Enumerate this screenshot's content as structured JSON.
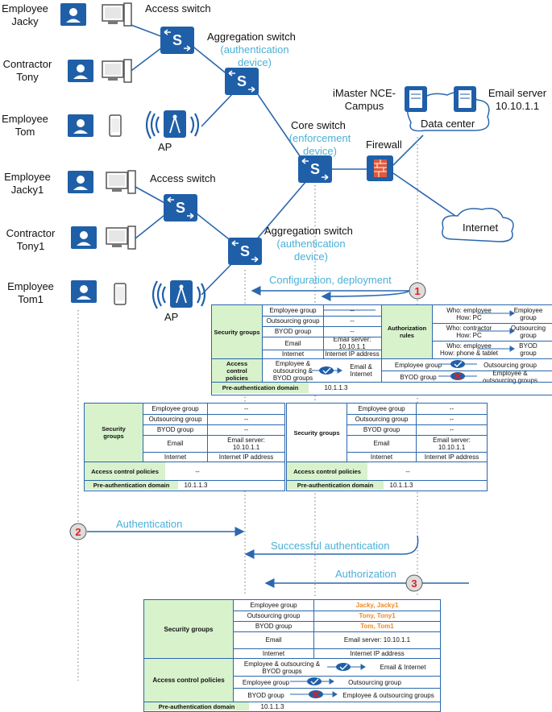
{
  "topology": {
    "users": [
      {
        "label": "Employee\nJacky"
      },
      {
        "label": "Contractor\nTony"
      },
      {
        "label": "Employee\nTom"
      },
      {
        "label": "Employee\nJacky1"
      },
      {
        "label": "Contractor\nTony1"
      },
      {
        "label": "Employee\nTom1"
      }
    ],
    "access_switch_1": "Access switch",
    "access_switch_2": "Access switch",
    "aggregation_1": "Aggregation switch",
    "aggregation_1_role": "(authentication\ndevice)",
    "aggregation_2": "Aggregation switch",
    "aggregation_2_role": "(authentication\ndevice)",
    "core": "Core switch",
    "core_role": "(enforcement\ndevice)",
    "firewall": "Firewall",
    "ap_1": "AP",
    "ap_2": "AP",
    "imaster": "iMaster NCE-\nCampus",
    "email_server": "Email server\n10.10.1.1",
    "data_center": "Data center",
    "internet": "Internet"
  },
  "flow": {
    "step1": "1",
    "step2": "2",
    "step3": "3",
    "config": "Configuration, deployment",
    "authentication": "Authentication",
    "success": "Successful authentication",
    "authorization": "Authorization"
  },
  "table_top": {
    "security_groups": "Security groups",
    "groups": [
      {
        "name": "Employee group",
        "value": "--"
      },
      {
        "name": "Outsourcing group",
        "value": "--"
      },
      {
        "name": "BYOD group",
        "value": "--"
      },
      {
        "name": "Email",
        "value": "Email server:\n10.10.1.1"
      },
      {
        "name": "Internet",
        "value": "Internet IP address"
      }
    ],
    "authorization_rules": "Authorization\nrules",
    "rules": [
      {
        "who": "Who: employee\nHow: PC",
        "group": "Employee\ngroup"
      },
      {
        "who": "Who: contractor\nHow: PC",
        "group": "Outsourcing\ngroup"
      },
      {
        "who": "Who: employee\nHow: phone & tablet",
        "group": "BYOD\ngroup"
      }
    ],
    "access_control": "Access\ncontrol\npolicies",
    "policy_src": "Employee &\noutsourcing &\nBYOD groups",
    "policy_dst": "Email &\nInternet",
    "policy2_src": "Employee group",
    "policy2_dst": "Outsourcing group",
    "policy3_src": "BYOD group",
    "policy3_dst": "Employee &\noutsourcing groups",
    "pre_auth": "Pre-authentication domain",
    "pre_auth_value": "10.1.1.3"
  },
  "table_mid": {
    "security_groups": "Security\ngroups",
    "security_groups_right": "Security groups",
    "groups": [
      {
        "name": "Employee group",
        "value": "--"
      },
      {
        "name": "Outsourcing group",
        "value": "--"
      },
      {
        "name": "BYOD group",
        "value": "--"
      },
      {
        "name": "Email",
        "value": "Email server:\n10.10.1.1"
      },
      {
        "name": "Internet",
        "value": "Internet IP address"
      }
    ],
    "access_control": "Access control policies",
    "access_value": "--",
    "pre_auth": "Pre-authentication domain",
    "pre_auth_value": "10.1.1.3"
  },
  "table_bottom": {
    "security_groups": "Security groups",
    "groups": [
      {
        "name": "Employee group",
        "value": "Jacky, Jacky1",
        "highlight": true
      },
      {
        "name": "Outsourcing group",
        "value": "Tony, Tony1",
        "highlight": true
      },
      {
        "name": "BYOD group",
        "value": "Tom, Tom1",
        "highlight": true
      },
      {
        "name": "Email",
        "value": "Email server: 10.10.1.1",
        "highlight": false
      },
      {
        "name": "Internet",
        "value": "Internet IP address",
        "highlight": false
      }
    ],
    "access_control": "Access control policies",
    "policy1_src": "Employee & outsourcing &\nBYOD groups",
    "policy1_dst": "Email & Internet",
    "policy2_src": "Employee group",
    "policy2_dst": "Outsourcing group",
    "policy3_src": "BYOD group",
    "policy3_dst": "Employee & outsourcing groups",
    "pre_auth": "Pre-authentication domain",
    "pre_auth_value": "10.1.1.3"
  },
  "colors": {
    "line": "#2b67ad",
    "label_blue": "#4ab0d8",
    "green": "#d8f2cc",
    "orange": "#f08a1e",
    "step_red": "#e02020"
  }
}
